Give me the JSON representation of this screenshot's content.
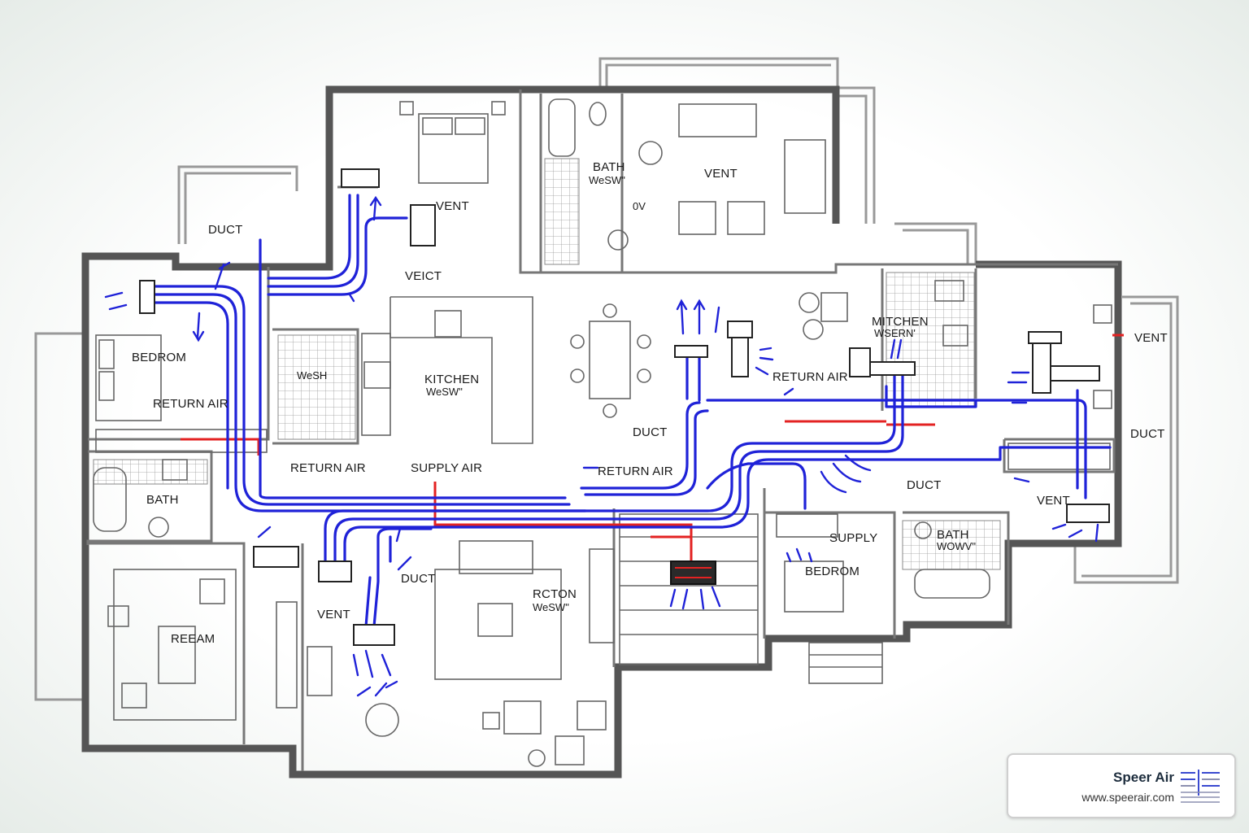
{
  "labels": {
    "duct_top_left": "DUCT",
    "vent_top": "VENT",
    "veict": "VEICT",
    "bath_top": "BATH",
    "bath_top_sub": "WeSW\"",
    "ov": "0V",
    "vent_living": "VENT",
    "bedroom_left": "BEDROM",
    "return_air_left": "RETURN AIR",
    "kitchen": "KITCHEN",
    "kitchen_sub": "WeSW\"",
    "wash_small": "WeSH",
    "return_air_center": "RETURN AIR",
    "supply_air": "SUPPLY AIR",
    "return_air_arrow": "RETURN AIR",
    "duct_center": "DUCT",
    "kitchen_right": "MITCHEN",
    "kitchen_right_sub": "WSERN'",
    "return_air_right": "RETURN AIR",
    "vent_far_right": "VENT",
    "duct_far_right": "DUCT",
    "duct_right": "DUCT",
    "vent_right": "VENT",
    "supply_right": "SUPPLY",
    "bedroom_right": "BEDROM",
    "bath_right": "BATH",
    "bath_right_sub": "WOWV\"",
    "bath_left": "BATH",
    "duct_lower": "DUCT",
    "vent_lower": "VENT",
    "reeam": "REEAM",
    "rcton": "RCTON",
    "rcton_sub": "WeSW\""
  },
  "brand": {
    "name": "Speer Air",
    "url": "www.speerair.com",
    "logo_icon": "speer-air-logo-icon"
  },
  "colors": {
    "supply_duct": "#1f22d8",
    "return_line": "#e32222",
    "wall": "#555555"
  }
}
